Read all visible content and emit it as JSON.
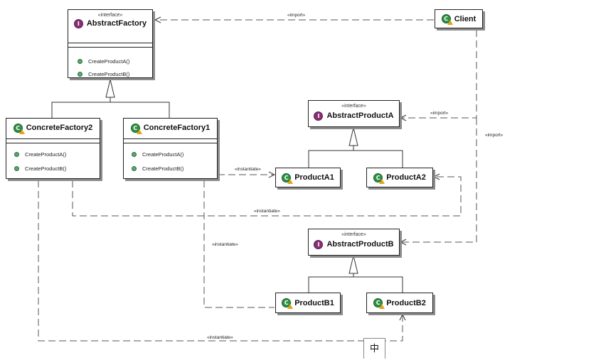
{
  "boxes": {
    "abstract_factory": {
      "stereotype": "«interface»",
      "name": "AbstractFactory",
      "methods": [
        "CreateProductA()",
        "CreateProductB()"
      ]
    },
    "concrete_factory2": {
      "name": "ConcreteFactory2",
      "methods": [
        "CreateProductA()",
        "CreateProductB()"
      ]
    },
    "concrete_factory1": {
      "name": "ConcreteFactory1",
      "methods": [
        "CreateProductA()",
        "CreateProductB()"
      ]
    },
    "client": {
      "name": "Client"
    },
    "abstract_product_a": {
      "stereotype": "«interface»",
      "name": "AbstractProductA"
    },
    "product_a1": {
      "name": "ProductA1"
    },
    "product_a2": {
      "name": "ProductA2"
    },
    "abstract_product_b": {
      "stereotype": "«interface»",
      "name": "AbstractProductB"
    },
    "product_b1": {
      "name": "ProductB1"
    },
    "product_b2": {
      "name": "ProductB2"
    }
  },
  "labels": {
    "import_top": "«import»",
    "import_a": "«import»",
    "import_b": "«import»",
    "instantiate_a1": "«instantiate»",
    "instantiate_a2": "«instantiate»",
    "instantiate_b1": "«instantiate»",
    "instantiate_b2": "«instantiate»"
  },
  "icons": {
    "interface": "I",
    "class": "C"
  },
  "ime_indicator": "中",
  "colors": {
    "interface_icon": "#8a2e75",
    "class_icon": "#2d9142",
    "method_dot": "#5aa86e",
    "shadow": "#8c8c8c"
  }
}
